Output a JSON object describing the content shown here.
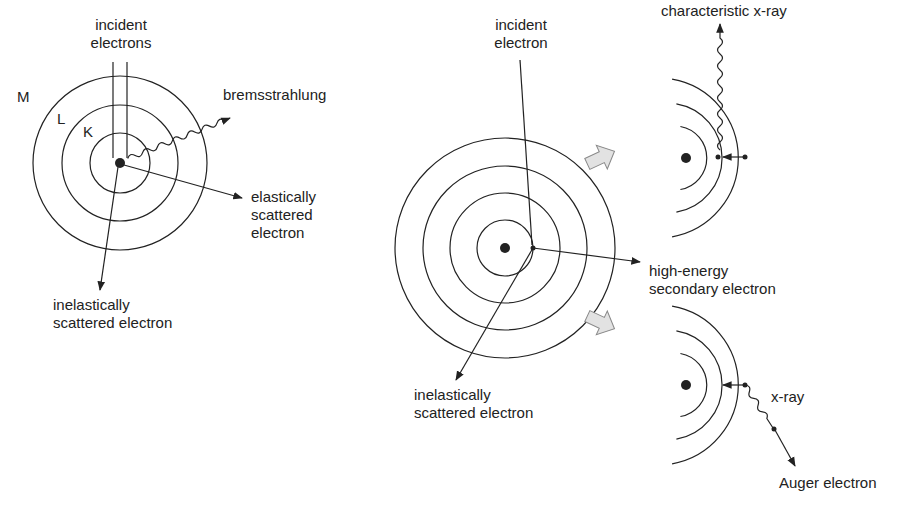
{
  "diagram": {
    "labels": [
      "incident electrons",
      "M",
      "L",
      "K",
      "bremsstrahlung",
      "elastically scattered electron",
      "inelastically scattered electron",
      "incident electron",
      "high-energy secondary electron",
      "inelastically scattered electron",
      "characteristic x-ray",
      "x-ray",
      "Auger electron"
    ]
  }
}
